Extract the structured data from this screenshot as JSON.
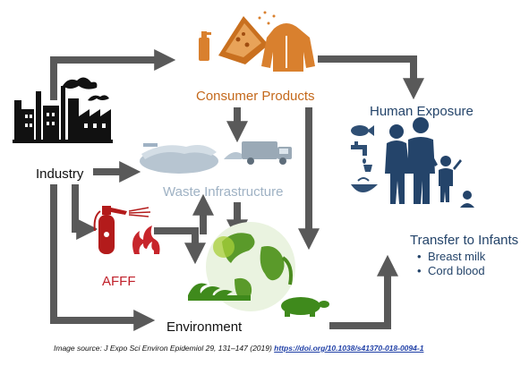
{
  "labels": {
    "consumer_products": "Consumer Products",
    "industry": "Industry",
    "waste_infrastructure": "Waste Infrastructure",
    "human_exposure": "Human Exposure",
    "transfer_to_infants": "Transfer to Infants",
    "afff": "AFFF",
    "environment": "Environment"
  },
  "transfer_items": [
    "Breast milk",
    "Cord blood"
  ],
  "source": {
    "prefix": "Image source:  J Expo Sci Environ Epidemiol 29, 131–147 (2019) ",
    "link": "https://doi.org/10.1038/s41370-018-0094-1"
  },
  "colors": {
    "arrow": "#595959",
    "consumer": "#c4691c",
    "industry": "#111111",
    "waste": "#9fb2c4",
    "human": "#24446a",
    "afff": "#c0202a",
    "environment_green": "#5a9a2a"
  },
  "icons": [
    "factory-icon",
    "spray-can-icon",
    "pizza-box-icon",
    "jacket-icon",
    "landfill-icon",
    "garbage-truck-icon",
    "fire-extinguisher-icon",
    "flame-icon",
    "earth-globe-icon",
    "fish-icon",
    "faucet-icon",
    "bowl-icon",
    "family-icon"
  ]
}
